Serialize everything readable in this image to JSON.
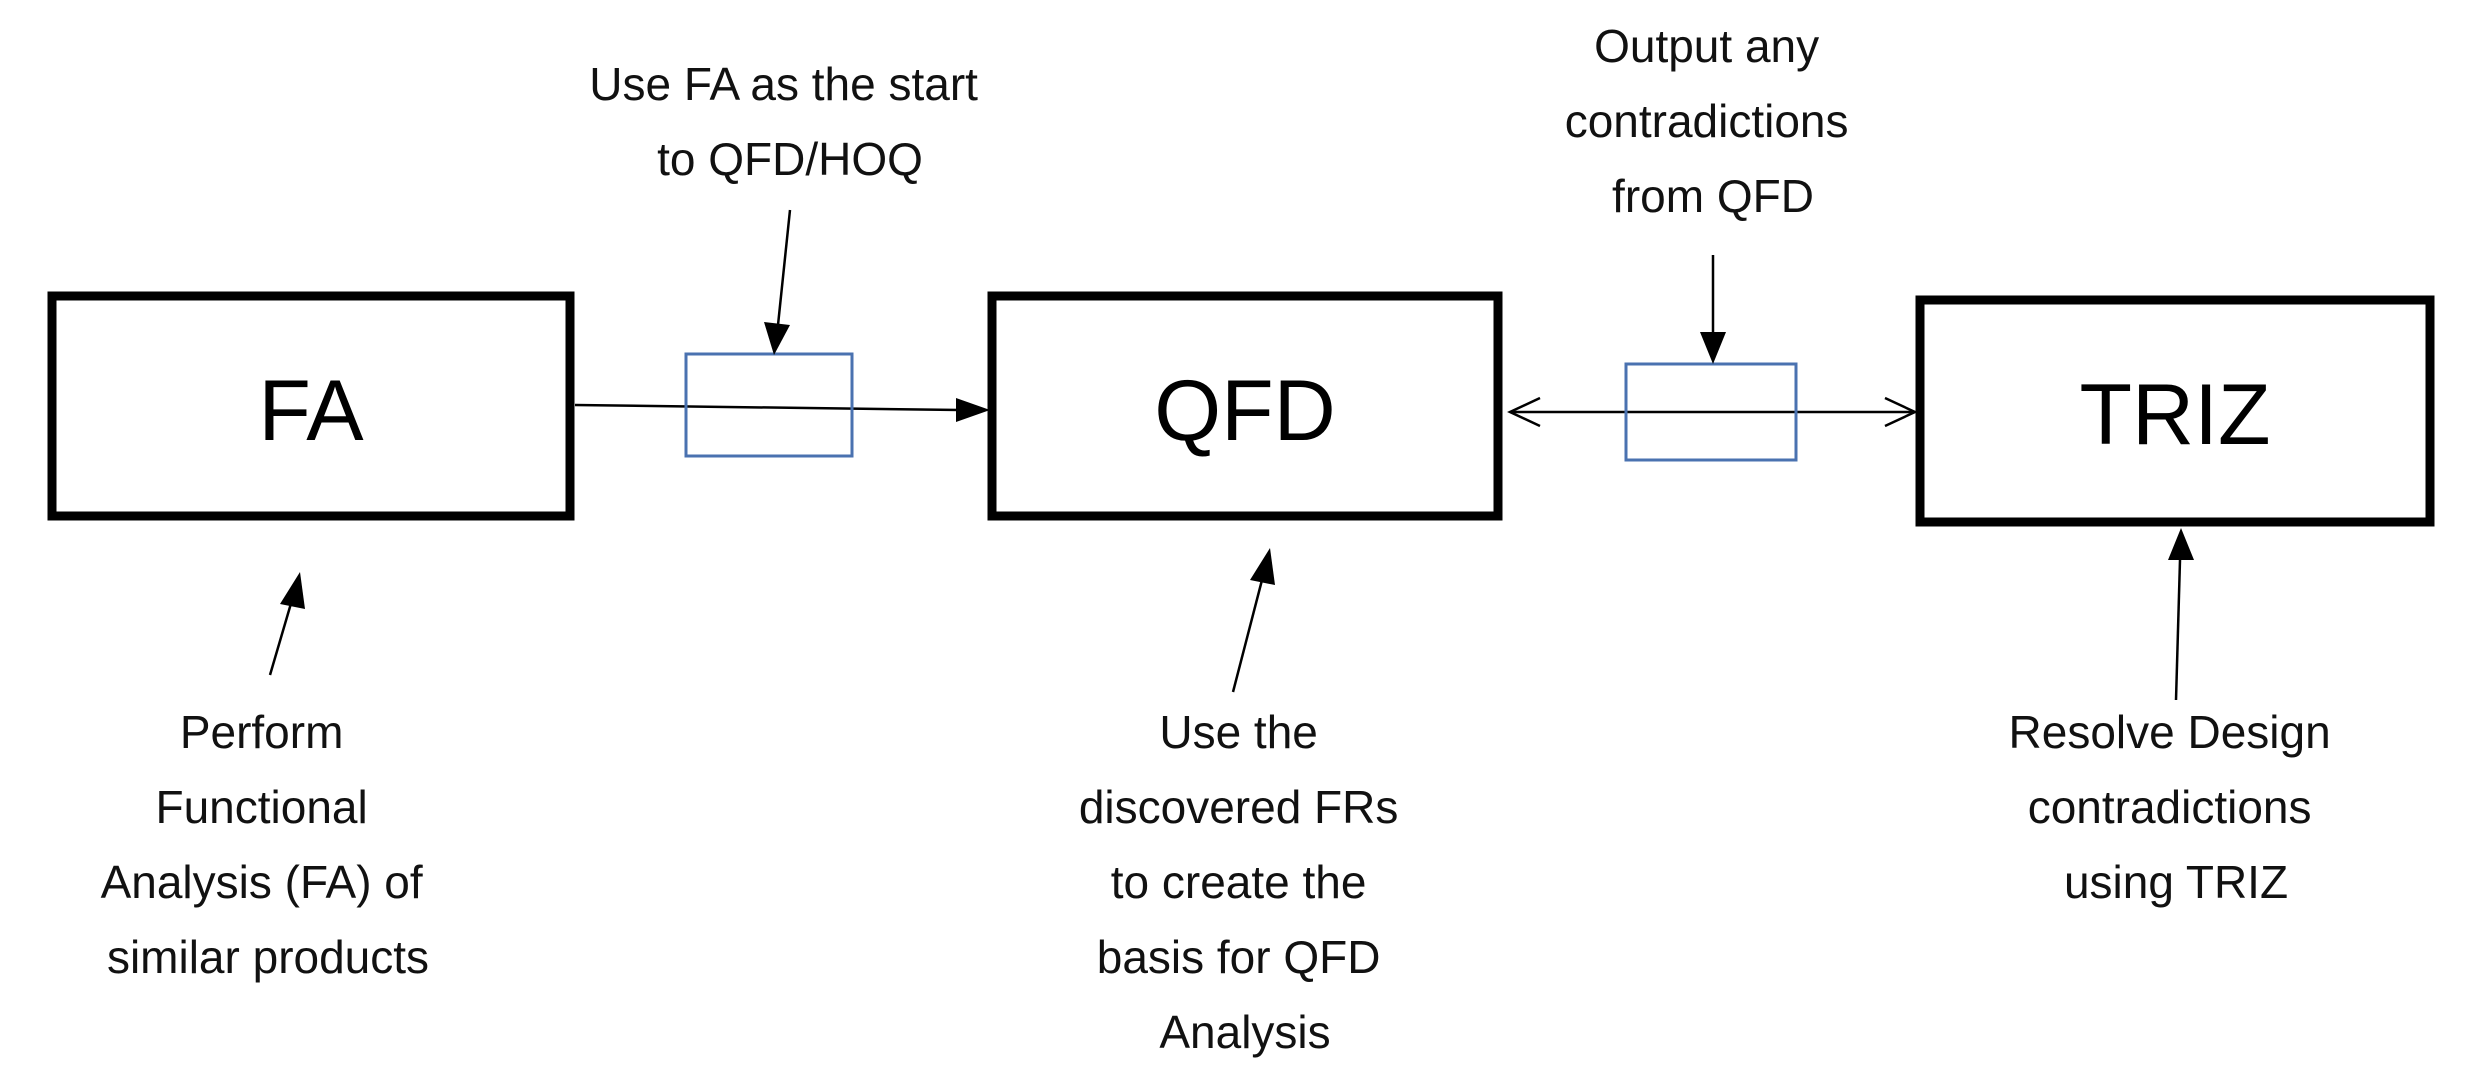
{
  "boxes": {
    "fa": {
      "label": "FA"
    },
    "qfd": {
      "label": "QFD"
    },
    "triz": {
      "label": "TRIZ"
    }
  },
  "annotations": {
    "fa_to_qfd": [
      "Use FA as the start",
      "to QFD/HOQ"
    ],
    "qfd_triz_output": [
      "Output any",
      "contradictions",
      "from QFD"
    ],
    "fa_description": [
      "Perform",
      "Functional",
      "Analysis (FA) of",
      "similar products"
    ],
    "qfd_description": [
      "Use the",
      "discovered FRs",
      "to create the",
      "basis for QFD",
      "Analysis"
    ],
    "triz_description": [
      "Resolve Design",
      "contradictions",
      "using TRIZ"
    ]
  },
  "colors": {
    "box_stroke": "#000000",
    "connector_box_stroke": "#4a72b0",
    "text": "#111111"
  }
}
